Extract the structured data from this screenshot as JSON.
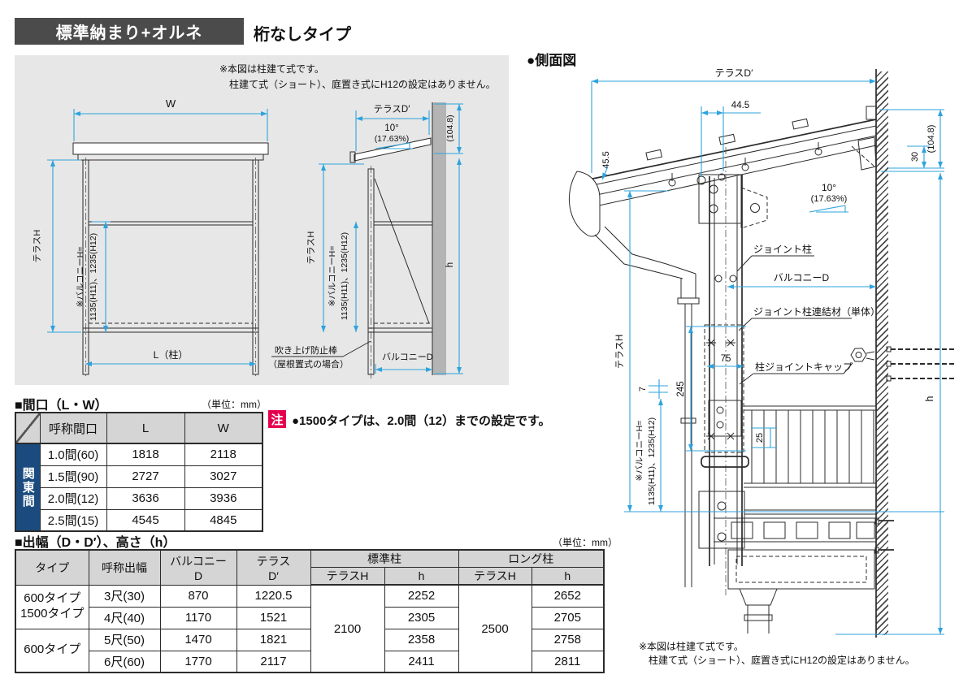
{
  "header": {
    "title_box": "標準納まり+オルネ",
    "subtitle": "桁なしタイプ"
  },
  "overview_panel": {
    "note_line1": "※本図は柱建て式です。",
    "note_line2": "柱建て式（ショート）、庭置き式にH12の設定はありません。",
    "front_view": {
      "dim_w": "W",
      "dim_terrace_h": "テラスH",
      "dim_balcony_h_label": "※バルコニーH=",
      "dim_balcony_h_values": "1135(H11)、1235(H12)",
      "dim_l": "L（柱）"
    },
    "side_view": {
      "dim_terrace_d": "テラスD′",
      "slope_deg": "10°",
      "slope_pct": "(17.63%)",
      "dim_104_8": "(104.8)",
      "dim_h": "h",
      "dim_terrace_h": "テラスH",
      "dim_balcony_h_label": "※バルコニーH=",
      "dim_balcony_h_values": "1135(H11)、1235(H12)",
      "windbar_line1": "吹き上げ防止棒",
      "windbar_line2": "（屋根置式の場合）",
      "dim_balcony_d": "バルコニーD"
    }
  },
  "side_figure": {
    "title": "●側面図",
    "labels": {
      "terrace_d": "テラスD′",
      "d44_5": "44.5",
      "d45_5": "45.5",
      "d104_8": "(104.8)",
      "d30": "30",
      "slope_deg": "10°",
      "slope_pct": "(17.63%)",
      "joint_post": "ジョイント柱",
      "balcony_d": "バルコニーD",
      "joint_connector": "ジョイント柱連結材（単体）",
      "d75": "75",
      "post_joint_cap": "柱ジョイントキャップ",
      "h": "h",
      "terrace_h": "テラスH",
      "d7": "7",
      "d245": "245",
      "d25": "25",
      "balcony_h_label": "※バルコニーH=",
      "balcony_h_values": "1135(H11)、1235(H12)"
    },
    "note_line1": "※本図は柱建て式です。",
    "note_line2": "柱建て式（ショート）、庭置き式にH12の設定はありません。"
  },
  "maguchi_table": {
    "title": "■間口（L・W）",
    "unit": "（単位：mm）",
    "col_headers": [
      "呼称間口",
      "L",
      "W"
    ],
    "row_group": "関東間",
    "rows": [
      {
        "name": "1.0間(60)",
        "l": "1818",
        "w": "2118"
      },
      {
        "name": "1.5間(90)",
        "l": "2727",
        "w": "3027"
      },
      {
        "name": "2.0間(12)",
        "l": "3636",
        "w": "3936"
      },
      {
        "name": "2.5間(15)",
        "l": "4545",
        "w": "4845"
      }
    ],
    "note_badge": "注",
    "note": "●1500タイプは、2.0間（12）までの設定です。"
  },
  "debaba_table": {
    "title": "■出幅（D・D′）、高さ（h）",
    "unit": "（単位：mm）",
    "headers": {
      "type": "タイプ",
      "name": "呼称出幅",
      "balcony_line1": "バルコニー",
      "balcony_line2": "D",
      "terrace_line1": "テラス",
      "terrace_line2": "D′",
      "std": "標準柱",
      "long": "ロング柱",
      "terrace_h": "テラスH",
      "h": "h"
    },
    "groups": {
      "g1_line1": "600タイプ",
      "g1_line2": "1500タイプ",
      "g2": "600タイプ"
    },
    "std_terrace_h": "2100",
    "long_terrace_h": "2500",
    "rows": [
      {
        "name": "3尺(30)",
        "balcony_d": "870",
        "terrace_d": "1220.5",
        "std_h": "2252",
        "long_h": "2652"
      },
      {
        "name": "4尺(40)",
        "balcony_d": "1170",
        "terrace_d": "1521",
        "std_h": "2305",
        "long_h": "2705"
      },
      {
        "name": "5尺(50)",
        "balcony_d": "1470",
        "terrace_d": "1821",
        "std_h": "2358",
        "long_h": "2758"
      },
      {
        "name": "6尺(60)",
        "balcony_d": "1770",
        "terrace_d": "2117",
        "std_h": "2411",
        "long_h": "2811"
      }
    ]
  },
  "colors": {
    "dim_blue": "#2ea3dc",
    "kanto_blue": "#1b4b7e",
    "note_red": "#e5004f",
    "panel_gray": "#e7e7e7",
    "header_dark": "#4b4b4b"
  }
}
